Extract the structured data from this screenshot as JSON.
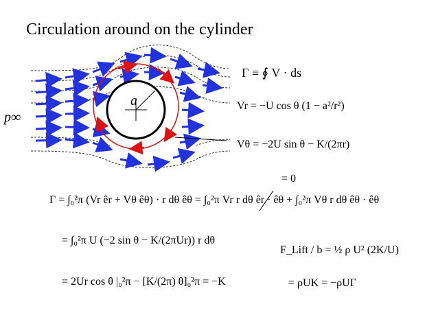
{
  "slide": {
    "title": "Circulation around on the cylinder",
    "labels": {
      "p_inf": "p∞",
      "radius": "a"
    },
    "equations": {
      "gamma_def": "Γ ≡ ∮ V · ds",
      "vr": "Vr = −U cos θ (1 − a²/r²)",
      "vtheta": "Vθ = −2U sin θ − K/(2πr)",
      "zero_note": "= 0",
      "gamma_expand": "Γ = ∫₀²π (Vr êr + Vθ êθ) · r dθ êθ = ∫₀²π Vr r dθ êr · êθ + ∫₀²π Vθ r dθ êθ · êθ",
      "gamma_line2": "= ∫₀²π U (−2 sin θ − K/(2πUr)) r dθ",
      "gamma_line3": "= 2Ur cos θ |₀²π − [K/(2π) θ]₀²π = −K",
      "lift": "F_Lift / b = ½ ρ U² (2K/U)",
      "lift_result": "= ρUK = −ρUΓ"
    },
    "colors": {
      "flow_arrows": "#2233dd",
      "circulation_circle": "#dd1111",
      "streamlines": "#333333"
    }
  }
}
